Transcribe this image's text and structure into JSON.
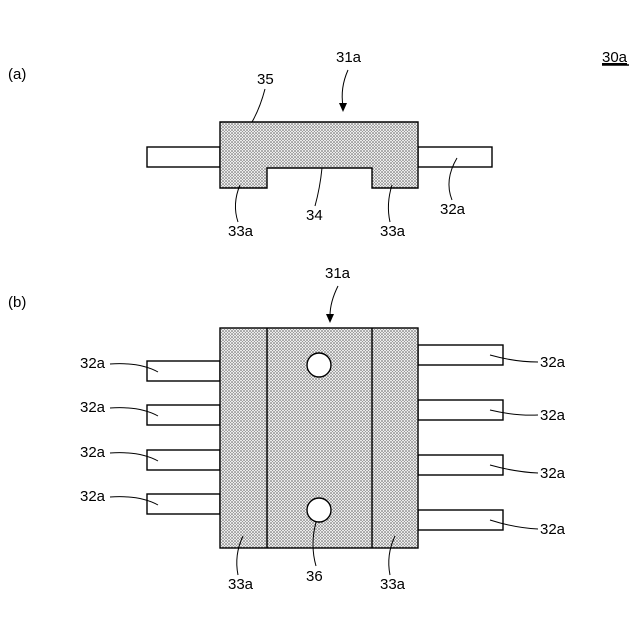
{
  "figure_id": "30a",
  "panel_a": {
    "label": "(a)",
    "ref_body": "31a",
    "ref_top": "35",
    "ref_recess": "34",
    "ref_foot_left": "33a",
    "ref_foot_right": "33a",
    "ref_lead": "32a"
  },
  "panel_b": {
    "label": "(b)",
    "ref_body": "31a",
    "ref_hole": "36",
    "ref_foot_left": "33a",
    "ref_foot_right": "33a",
    "leads_left": [
      "32a",
      "32a",
      "32a",
      "32a"
    ],
    "leads_right": [
      "32a",
      "32a",
      "32a",
      "32a"
    ]
  },
  "colors": {
    "ink": "#000000",
    "background": "#ffffff",
    "dot_fill": "#e8e8e8"
  }
}
